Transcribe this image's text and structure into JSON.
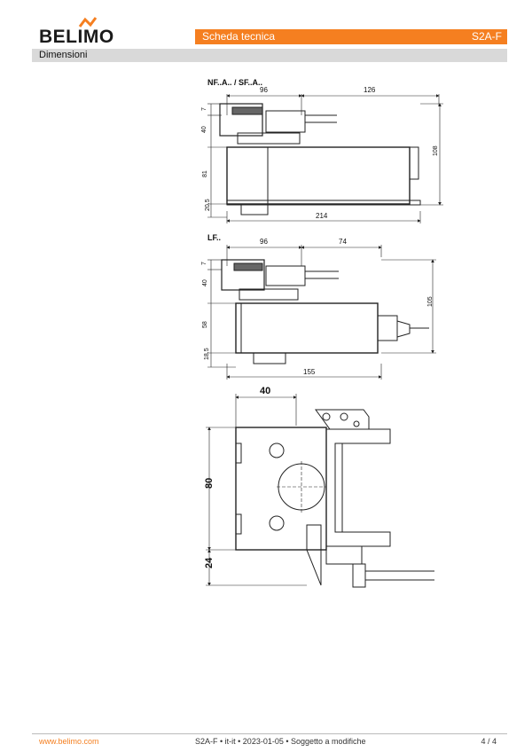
{
  "header": {
    "brand": "BELIMO",
    "doc_type": "Scheda tecnica",
    "product": "S2A-F"
  },
  "section": {
    "title": "Dimensioni"
  },
  "drawings": {
    "top": {
      "label": "NF..A.. / SF..A..",
      "dims": {
        "w96": "96",
        "w126": "126",
        "w214": "214",
        "h7": "7",
        "h40": "40",
        "h81": "81",
        "h20_5": "20.5",
        "h108": "108"
      }
    },
    "middle": {
      "label": "LF..",
      "dims": {
        "w96": "96",
        "w74": "74",
        "w155": "155",
        "h7": "7",
        "h40": "40",
        "h58": "58",
        "h18_5": "18.5",
        "h105": "105"
      }
    },
    "bottom": {
      "dims": {
        "w40": "40",
        "h80": "80",
        "h24": "24"
      }
    }
  },
  "footer": {
    "url": "www.belimo.com",
    "info": "S2A-F • it-it • 2023-01-05 • Soggetto a modifiche",
    "page": "4 / 4"
  }
}
